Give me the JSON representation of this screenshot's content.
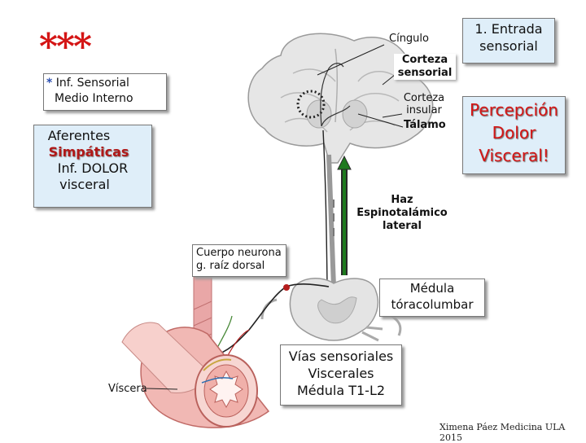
{
  "stars": "***",
  "inf_box": {
    "bullet": "*",
    "line1": "Inf. Sensorial",
    "line2": "Medio Interno"
  },
  "aferentes_box": {
    "line1": "Aferentes",
    "line2": "Simpáticas",
    "line3": "Inf. DOLOR",
    "line4": "visceral"
  },
  "labels": {
    "cingulo": "Cíngulo",
    "corteza_sensorial_1": "Corteza",
    "corteza_sensorial_2": "sensorial",
    "corteza_insular_1": "Corteza",
    "corteza_insular_2": "insular",
    "talamo": "Tálamo",
    "haz_1": "Haz",
    "haz_2": "Espinotalámico",
    "haz_3": "lateral",
    "viscera": "Víscera"
  },
  "entrada_box": {
    "line1": "1. Entrada",
    "line2": "sensorial"
  },
  "percepcion": {
    "line1": "Percepción",
    "line2": "Dolor",
    "line3": "Visceral!"
  },
  "cuerpo_box": {
    "line1": "Cuerpo neurona",
    "line2": "g. raíz dorsal"
  },
  "medula_box": {
    "line1": "Médula",
    "line2": "tóracolumbar"
  },
  "vias_box": {
    "line1": "Vías sensoriales",
    "line2": "Viscerales",
    "line3": "Médula T1-L2"
  },
  "footer": "Ximena Páez Medicina ULA 2015",
  "colors": {
    "stars": "#d41515",
    "percepcion": "#d41515",
    "blue_box": "#dfeef9",
    "pathway_arrow": "#1f7a1f"
  }
}
